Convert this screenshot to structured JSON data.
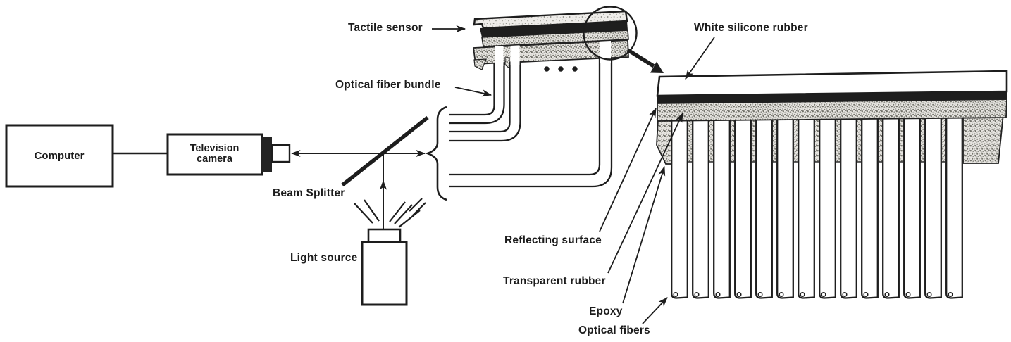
{
  "figure": {
    "type": "schematic-diagram",
    "subject": "Optical-fiber tactile sensor system with cross-section detail",
    "labels": {
      "computer": "Computer",
      "television_camera_line1": "Television",
      "television_camera_line2": "camera",
      "beam_splitter": "Beam Splitter",
      "light_source": "Light source",
      "tactile_sensor": "Tactile sensor",
      "optical_fiber_bundle": "Optical fiber bundle",
      "white_silicone_rubber": "White silicone rubber",
      "reflecting_surface": "Reflecting surface",
      "transparent_rubber": "Transparent rubber",
      "epoxy": "Epoxy",
      "optical_fibers": "Optical fibers"
    },
    "colors": {
      "ink": "#1d1d1d",
      "paper": "#ffffff",
      "dark_stripe": "#1e1e1e",
      "stipple_base": "#e7e5e1"
    },
    "marks": {
      "ellipsis_dot_count": 3,
      "detail_fiber_count": 14,
      "bundle_tube_count": 3
    }
  }
}
